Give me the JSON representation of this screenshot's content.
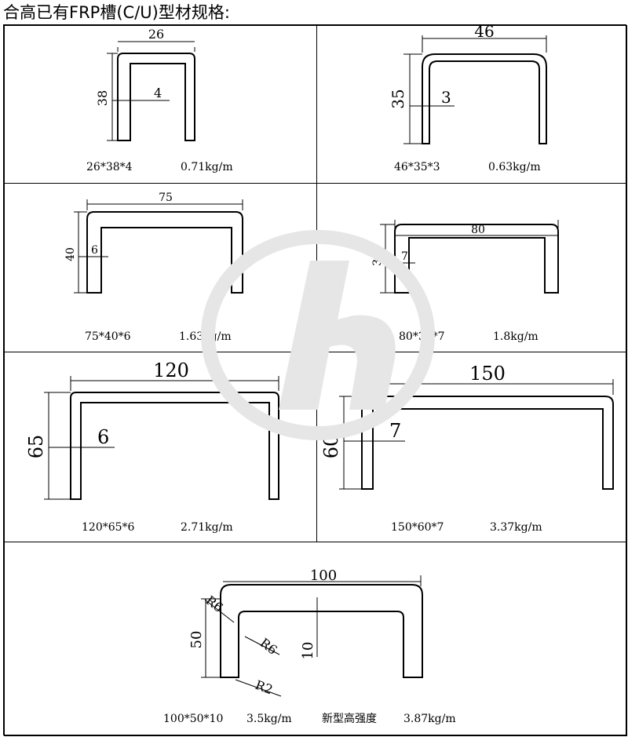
{
  "title": "合高已有FRP槽(C/U)型材规格:",
  "profiles": [
    {
      "width": "26",
      "height": "38",
      "thickness": "4",
      "spec": "26*38*4",
      "weight": "0.71kg/m"
    },
    {
      "width": "46",
      "height": "35",
      "thickness": "3",
      "spec": "46*35*3",
      "weight": "0.63kg/m"
    },
    {
      "width": "75",
      "height": "40",
      "thickness": "6",
      "spec": "75*40*6",
      "weight": "1.63kg/m"
    },
    {
      "width": "80",
      "height": "35",
      "thickness": "7",
      "spec": "80*35*7",
      "weight": "1.8kg/m"
    },
    {
      "width": "120",
      "height": "65",
      "thickness": "6",
      "spec": "120*65*6",
      "weight": "2.71kg/m"
    },
    {
      "width": "150",
      "height": "60",
      "thickness": "7",
      "spec": "150*60*7",
      "weight": "3.37kg/m"
    }
  ],
  "featured": {
    "width": "100",
    "height": "50",
    "thickness": "10",
    "radius_outer": "R6",
    "radius_inner": "R6",
    "radius_tip": "R2",
    "spec": "100*50*10",
    "weight": "3.5kg/m",
    "new_label": "新型高强度",
    "new_weight": "3.87kg/m"
  },
  "colors": {
    "line": "#000000",
    "watermark": "#e6e6e6"
  }
}
